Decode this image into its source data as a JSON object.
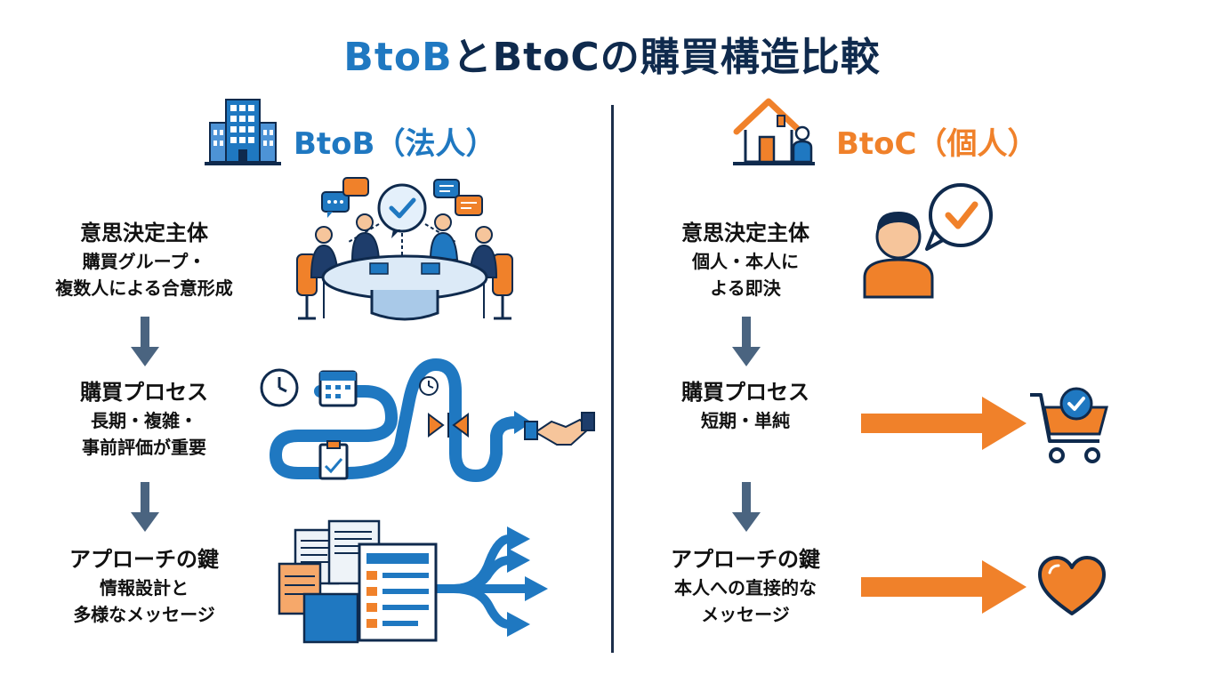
{
  "title": {
    "part1": "BtoB",
    "part2": "と",
    "part3": "BtoCの購買構造比較"
  },
  "btob": {
    "heading": "BtoB（法人）",
    "decision": {
      "title": "意思決定主体",
      "line1": "購買グループ・",
      "line2": "複数人による合意形成"
    },
    "process": {
      "title": "購買プロセス",
      "line1": "長期・複雑・",
      "line2": "事前評価が重要"
    },
    "approach": {
      "title": "アプローチの鍵",
      "line1": "情報設計と",
      "line2": "多様なメッセージ"
    }
  },
  "btoc": {
    "heading": "BtoC（個人）",
    "decision": {
      "title": "意思決定主体",
      "line1": "個人・本人に",
      "line2": "よる即決"
    },
    "process": {
      "title": "購買プロセス",
      "line1": "短期・単純"
    },
    "approach": {
      "title": "アプローチの鍵",
      "line1": "本人への直接的な",
      "line2": "メッセージ"
    }
  },
  "icons": {
    "btob_header": "office-building-icon",
    "btoc_header": "house-with-person-icon",
    "meeting": "group-meeting-icon",
    "individual": "person-with-checkmark-icon",
    "process_path": "winding-process-path-icon",
    "cart": "shopping-cart-check-icon",
    "documents": "documents-branching-arrows-icon",
    "heart": "heart-icon"
  },
  "colors": {
    "btob_blue": "#1f78c1",
    "btoc_orange": "#f0812a",
    "navy": "#0f2a4d",
    "arrow_gray": "#4a6480"
  }
}
